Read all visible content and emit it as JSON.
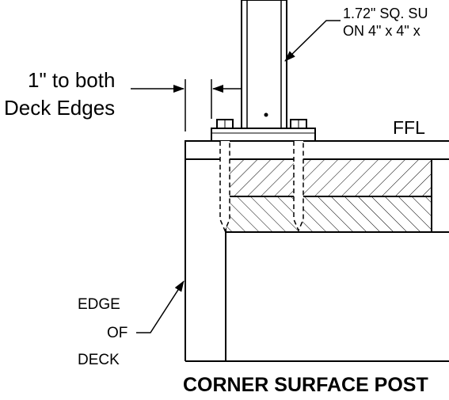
{
  "labels": {
    "callout_top_line1": "1.72\" SQ. SU",
    "callout_top_line2": "ON 4\" x 4\" x",
    "dimension_line1": "1\" to both",
    "dimension_line2": "Deck Edges",
    "ffl": "FFL",
    "edge_line1": "EDGE",
    "edge_line2": "OF",
    "edge_line3": "DECK",
    "title": "CORNER SURFACE POST"
  },
  "colors": {
    "line": "#000000",
    "background": "#ffffff"
  }
}
